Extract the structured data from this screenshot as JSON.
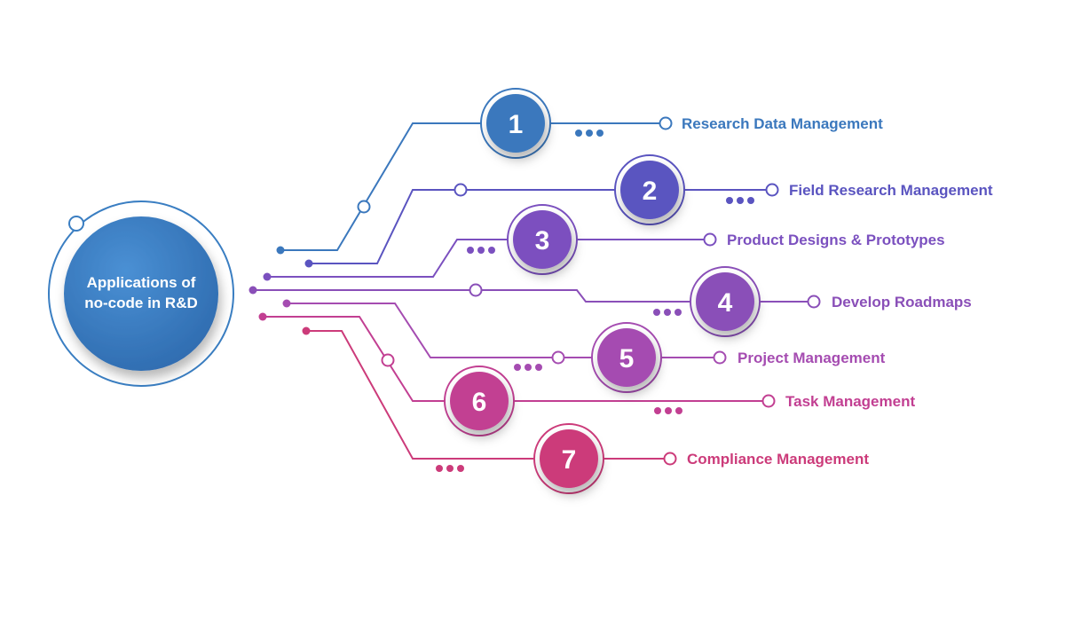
{
  "hub": {
    "line1": "Applications of",
    "line2": "no-code in R&D",
    "color": "#3a7ec2"
  },
  "items": [
    {
      "number": "1",
      "label": "Research Data Management",
      "color": "#3b78bd"
    },
    {
      "number": "2",
      "label": "Field Research Management",
      "color": "#5a54c0"
    },
    {
      "number": "3",
      "label": "Product Designs & Prototypes",
      "color": "#7b50bf"
    },
    {
      "number": "4",
      "label": "Develop Roadmaps",
      "color": "#8a4fb8"
    },
    {
      "number": "5",
      "label": "Project Management",
      "color": "#a54cb1"
    },
    {
      "number": "6",
      "label": "Task Management",
      "color": "#c23f92"
    },
    {
      "number": "7",
      "label": "Compliance Management",
      "color": "#cc3b7a"
    }
  ]
}
